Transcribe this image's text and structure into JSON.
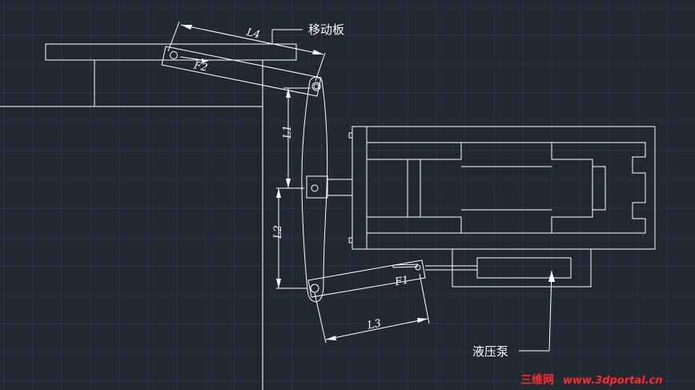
{
  "labels": {
    "L4": "L4",
    "L1": "L1",
    "L2": "L2",
    "L3": "L3",
    "F1": "F1",
    "F2": "F2",
    "moving_plate": "移动板",
    "hydraulic_pump": "液压泵"
  },
  "watermark": {
    "cn": "三维网",
    "url": "www.3dportal.cn"
  },
  "colors": {
    "background": "#212832",
    "lines": "#ffffff",
    "watermark": "#ff2a2a"
  }
}
